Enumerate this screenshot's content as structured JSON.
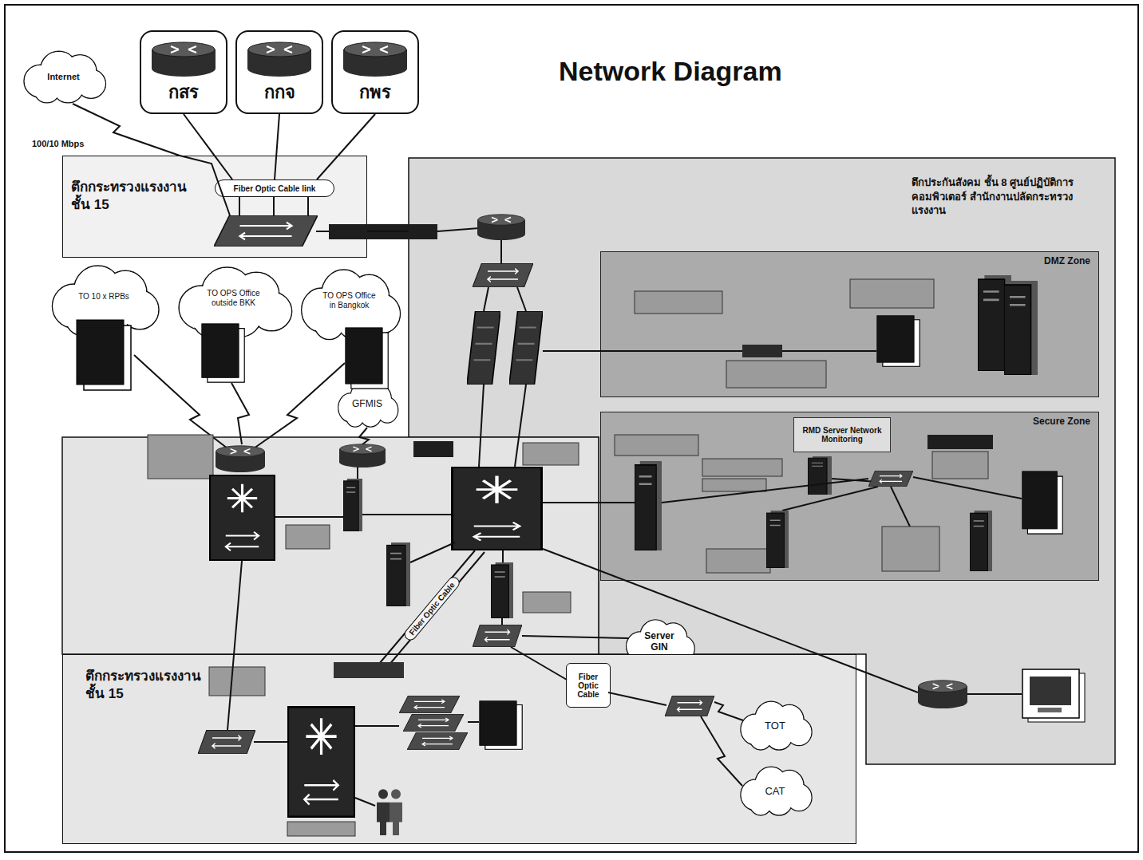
{
  "diagram": {
    "title": "Network Diagram",
    "nodes": [
      {
        "text": [
          "Internet"
        ]
      },
      {
        "text": [
          "กสร"
        ]
      },
      {
        "text": [
          "กกจ"
        ]
      },
      {
        "text": [
          "กพร"
        ]
      },
      {
        "text": [
          "ตึกกระทรวงแรงงาน ชั้น 15"
        ]
      },
      {
        "text": [
          "Fiber Optic Cable link"
        ],
        "in": 4
      },
      {
        "text": [
          "ตึกประกันสังคม ชั้น 8 ศูนย์ปฏิบัติการคอมพิวเตอร์ สำนักงานปลัดกระทรวงแรงงาน"
        ]
      },
      {
        "text": [
          "DMZ Zone"
        ],
        "in": 6
      },
      {
        "text": [
          "Secure Zone"
        ],
        "in": 6
      },
      {
        "text": [
          "RMD Server Network Monitoring"
        ],
        "in": 8
      },
      {
        "text": [
          "TO 10 x RPBs"
        ]
      },
      {
        "text": [
          "TO OPS Office outside BKK"
        ]
      },
      {
        "text": [
          "TO OPS Office in Bangkok"
        ]
      },
      {
        "text": [
          "GFMIS"
        ]
      },
      {
        "text": [
          "Server GIN"
        ]
      },
      {
        "text": [
          "ตึกกระทรวงแรงงาน ชั้น 15"
        ]
      },
      {
        "text": [
          "Fiber Optic Cable"
        ],
        "in": 15
      },
      {
        "text": [
          "TOT"
        ],
        "in": 15
      },
      {
        "text": [
          "CAT"
        ],
        "in": 15
      }
    ],
    "edges": [
      {
        "from": 0,
        "to": 4,
        "arrow": "none"
      },
      {
        "from": 1,
        "to": 5,
        "arrow": "none"
      },
      {
        "from": 2,
        "to": 5,
        "arrow": "none"
      },
      {
        "from": 3,
        "to": 5,
        "arrow": "none"
      },
      {
        "from": 4,
        "to": 6,
        "arrow": "none"
      }
    ],
    "labels": [
      "100/10 Mbps",
      "Fiber Optic Cable"
    ]
  }
}
